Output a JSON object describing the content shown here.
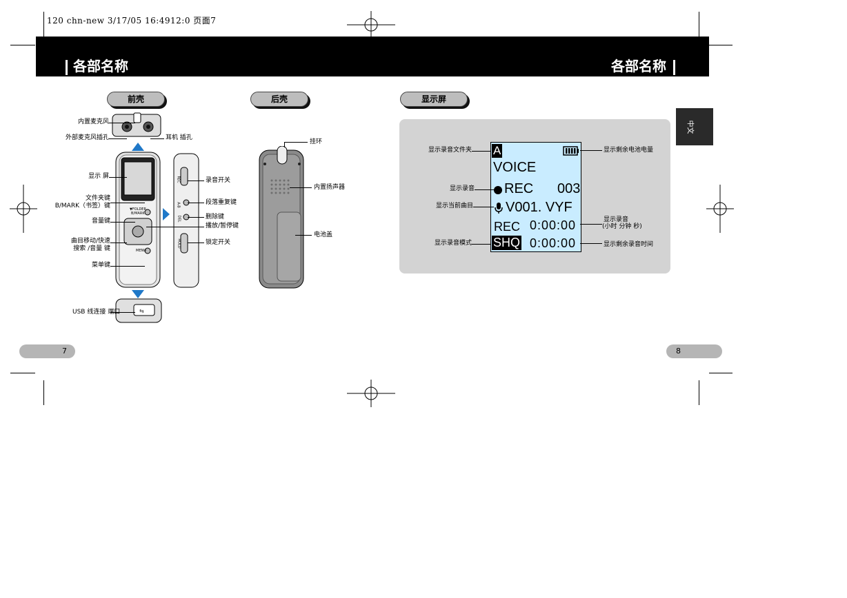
{
  "print_header": "120 chn-new  3/17/05 16:4912:0  页面7",
  "banner": {
    "title_left": "各部名称",
    "title_right": "各部名称"
  },
  "side_tab": "中文",
  "sections": {
    "front": "前壳",
    "back": "后壳",
    "display": "显示屏"
  },
  "front_labels": {
    "builtin_mic": "内置麦克风",
    "ext_mic_jack": "外部麦克风插孔",
    "earphone_jack": "耳机 插孔",
    "display": "显示 屏",
    "folder_key_1": "文件夹键",
    "folder_key_2": "B/MARK（书签）键",
    "volume_key": "音量键",
    "track_key_1": "曲目移动/快速",
    "track_key_2": "搜索   /音量 键",
    "menu_key": "菜单键",
    "usb_port": "USB 线连接 端口",
    "record_switch": "录音开关",
    "repeat_key": "段落重复键",
    "delete_key": "删除键",
    "play_pause_key": "播放/暂停键",
    "hold_switch": "锁定开关"
  },
  "device_text": {
    "folder_small": "▼FOLDER",
    "bmark_small": "B/MARK",
    "menu_small": "MENU",
    "rec_small": "REC",
    "ab_small": "A-B",
    "del_small": "DEL",
    "hold_small": "HOLD"
  },
  "back_labels": {
    "strap": "挂环",
    "speaker": "内置扬声器",
    "battery_cover": "电池盖"
  },
  "display_labels": {
    "folder": "显示录音文件夹",
    "recording": "显示录音",
    "current_track": "显示当前曲目",
    "mode": "显示录音模式",
    "battery": "显示剩余电池电量",
    "rec_time_1": "显示录音",
    "rec_time_2": "(小时 分钟 秒)",
    "remaining": "显示剩余录音时间"
  },
  "lcd": {
    "folder_letter": "A",
    "title": "VOICE",
    "rec_label": "REC",
    "rec_number": "003",
    "track": "V001. VYF",
    "rec_row_label": "REC",
    "rec_row_time": "0:00:00",
    "mode_label": "SHQ",
    "mode_time": "0:00:00"
  },
  "page_numbers": {
    "left": "7",
    "right": "8"
  },
  "colors": {
    "banner": "#000000",
    "lcd_bg": "#c9ecff",
    "gray_panel": "#d3d3d3",
    "arrow_blue": "#1f78c8"
  }
}
